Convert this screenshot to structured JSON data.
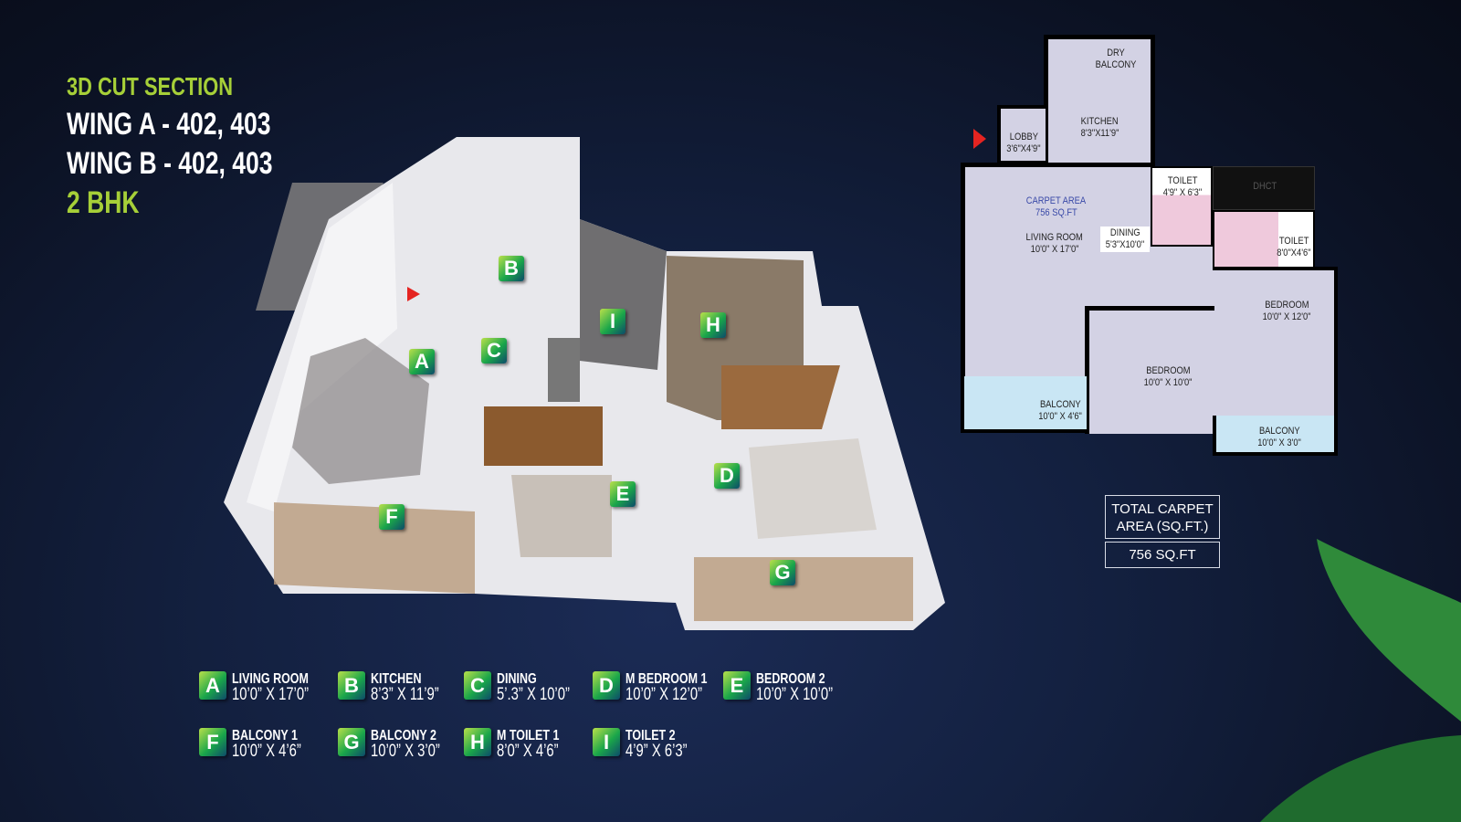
{
  "title": {
    "section": "3D CUT SECTION",
    "wing_a": "WING A - 402, 403",
    "wing_b": "WING B - 402, 403",
    "type": "2 BHK"
  },
  "render_markers": [
    "A",
    "B",
    "C",
    "D",
    "E",
    "F",
    "G",
    "H",
    "I"
  ],
  "legend": [
    {
      "letter": "A",
      "name": "LIVING ROOM",
      "size": "10’0” X 17’0”"
    },
    {
      "letter": "B",
      "name": "KITCHEN",
      "size": "8’3” X 11’9”"
    },
    {
      "letter": "C",
      "name": "DINING",
      "size": "5’.3” X 10’0”"
    },
    {
      "letter": "D",
      "name": "M BEDROOM 1",
      "size": "10’0” X 12’0”"
    },
    {
      "letter": "E",
      "name": "BEDROOM 2",
      "size": "10’0” X 10’0”"
    },
    {
      "letter": "F",
      "name": "BALCONY 1",
      "size": "10’0” X 4’6”"
    },
    {
      "letter": "G",
      "name": "BALCONY 2",
      "size": "10’0” X 3’0”"
    },
    {
      "letter": "H",
      "name": "M TOILET 1",
      "size": "8’0” X 4’6”"
    },
    {
      "letter": "I",
      "name": "TOILET 2",
      "size": "4’9” X 6’3”"
    }
  ],
  "plan": {
    "dry_balcony": "DRY BALCONY",
    "kitchen": {
      "name": "KITCHEN",
      "size": "8'3\"X11'9\""
    },
    "lobby": {
      "name": "LOBBY",
      "size": "3'6\"X4'9\""
    },
    "carpet": {
      "name": "CARPET AREA",
      "size": "756 SQ.FT"
    },
    "living": {
      "name": "LIVING ROOM",
      "size": "10'0\" X 17'0\""
    },
    "dining": {
      "name": "DINING",
      "size": "5'3\"X10'0\""
    },
    "toilet1": {
      "name": "TOILET",
      "size": "4'9\" X 6'3\""
    },
    "dhct": "DHCT",
    "toilet2": {
      "name": "TOILET",
      "size": "8'0\"X4'6\""
    },
    "bedroom1": {
      "name": "BEDROOM",
      "size": "10'0\" X 12'0\""
    },
    "bedroom2": {
      "name": "BEDROOM",
      "size": "10'0\" X 10'0\""
    },
    "balcony1": {
      "name": "BALCONY",
      "size": "10'0\" X 4'6\""
    },
    "balcony2": {
      "name": "BALCONY",
      "size": "10'0\" X 3'0\""
    }
  },
  "total": {
    "label": "TOTAL CARPET AREA (SQ.FT.)",
    "value": "756 SQ.FT"
  },
  "colors": {
    "accent": "#a6cf38",
    "room": "#d3d2e4",
    "toilet": "#efc9dc",
    "balcony": "#c9e6f4"
  }
}
